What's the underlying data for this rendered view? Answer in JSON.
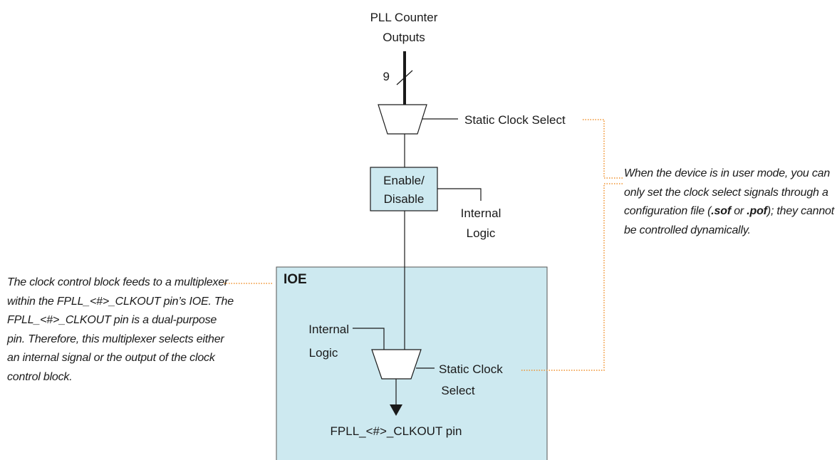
{
  "top_input": {
    "line1": "PLL Counter",
    "line2": "Outputs",
    "bus_width": "9"
  },
  "mux_top": {
    "select_label": "Static Clock Select"
  },
  "enable_block": {
    "line1": "Enable/",
    "line2": "Disable"
  },
  "internal_logic_top": {
    "line1": "Internal",
    "line2": "Logic"
  },
  "ioe": {
    "title": "IOE",
    "internal_logic": {
      "line1": "Internal",
      "line2": "Logic"
    },
    "select_label": {
      "line1": "Static Clock",
      "line2": "Select"
    },
    "output_pin": "FPLL_<#>_CLKOUT pin"
  },
  "notes": {
    "right": {
      "part1": "When the device is in user mode, you can only set the clock select signals through a configuration file (",
      "sof": ".sof",
      "or": " or ",
      "pof": ".pof",
      "part2": "); they cannot be controlled dynamically."
    },
    "left": "The clock control block feeds to a multiplexer within the FPLL_<#>_CLKOUT pin’s IOE. The FPLL_<#>_CLKOUT pin is a dual-purpose pin. Therefore, this multiplexer selects either an internal signal or the output of the clock control block."
  },
  "colors": {
    "block_fill": "#cde9f0",
    "callout_line": "#f0922f",
    "wire": "#1a1a1a"
  }
}
